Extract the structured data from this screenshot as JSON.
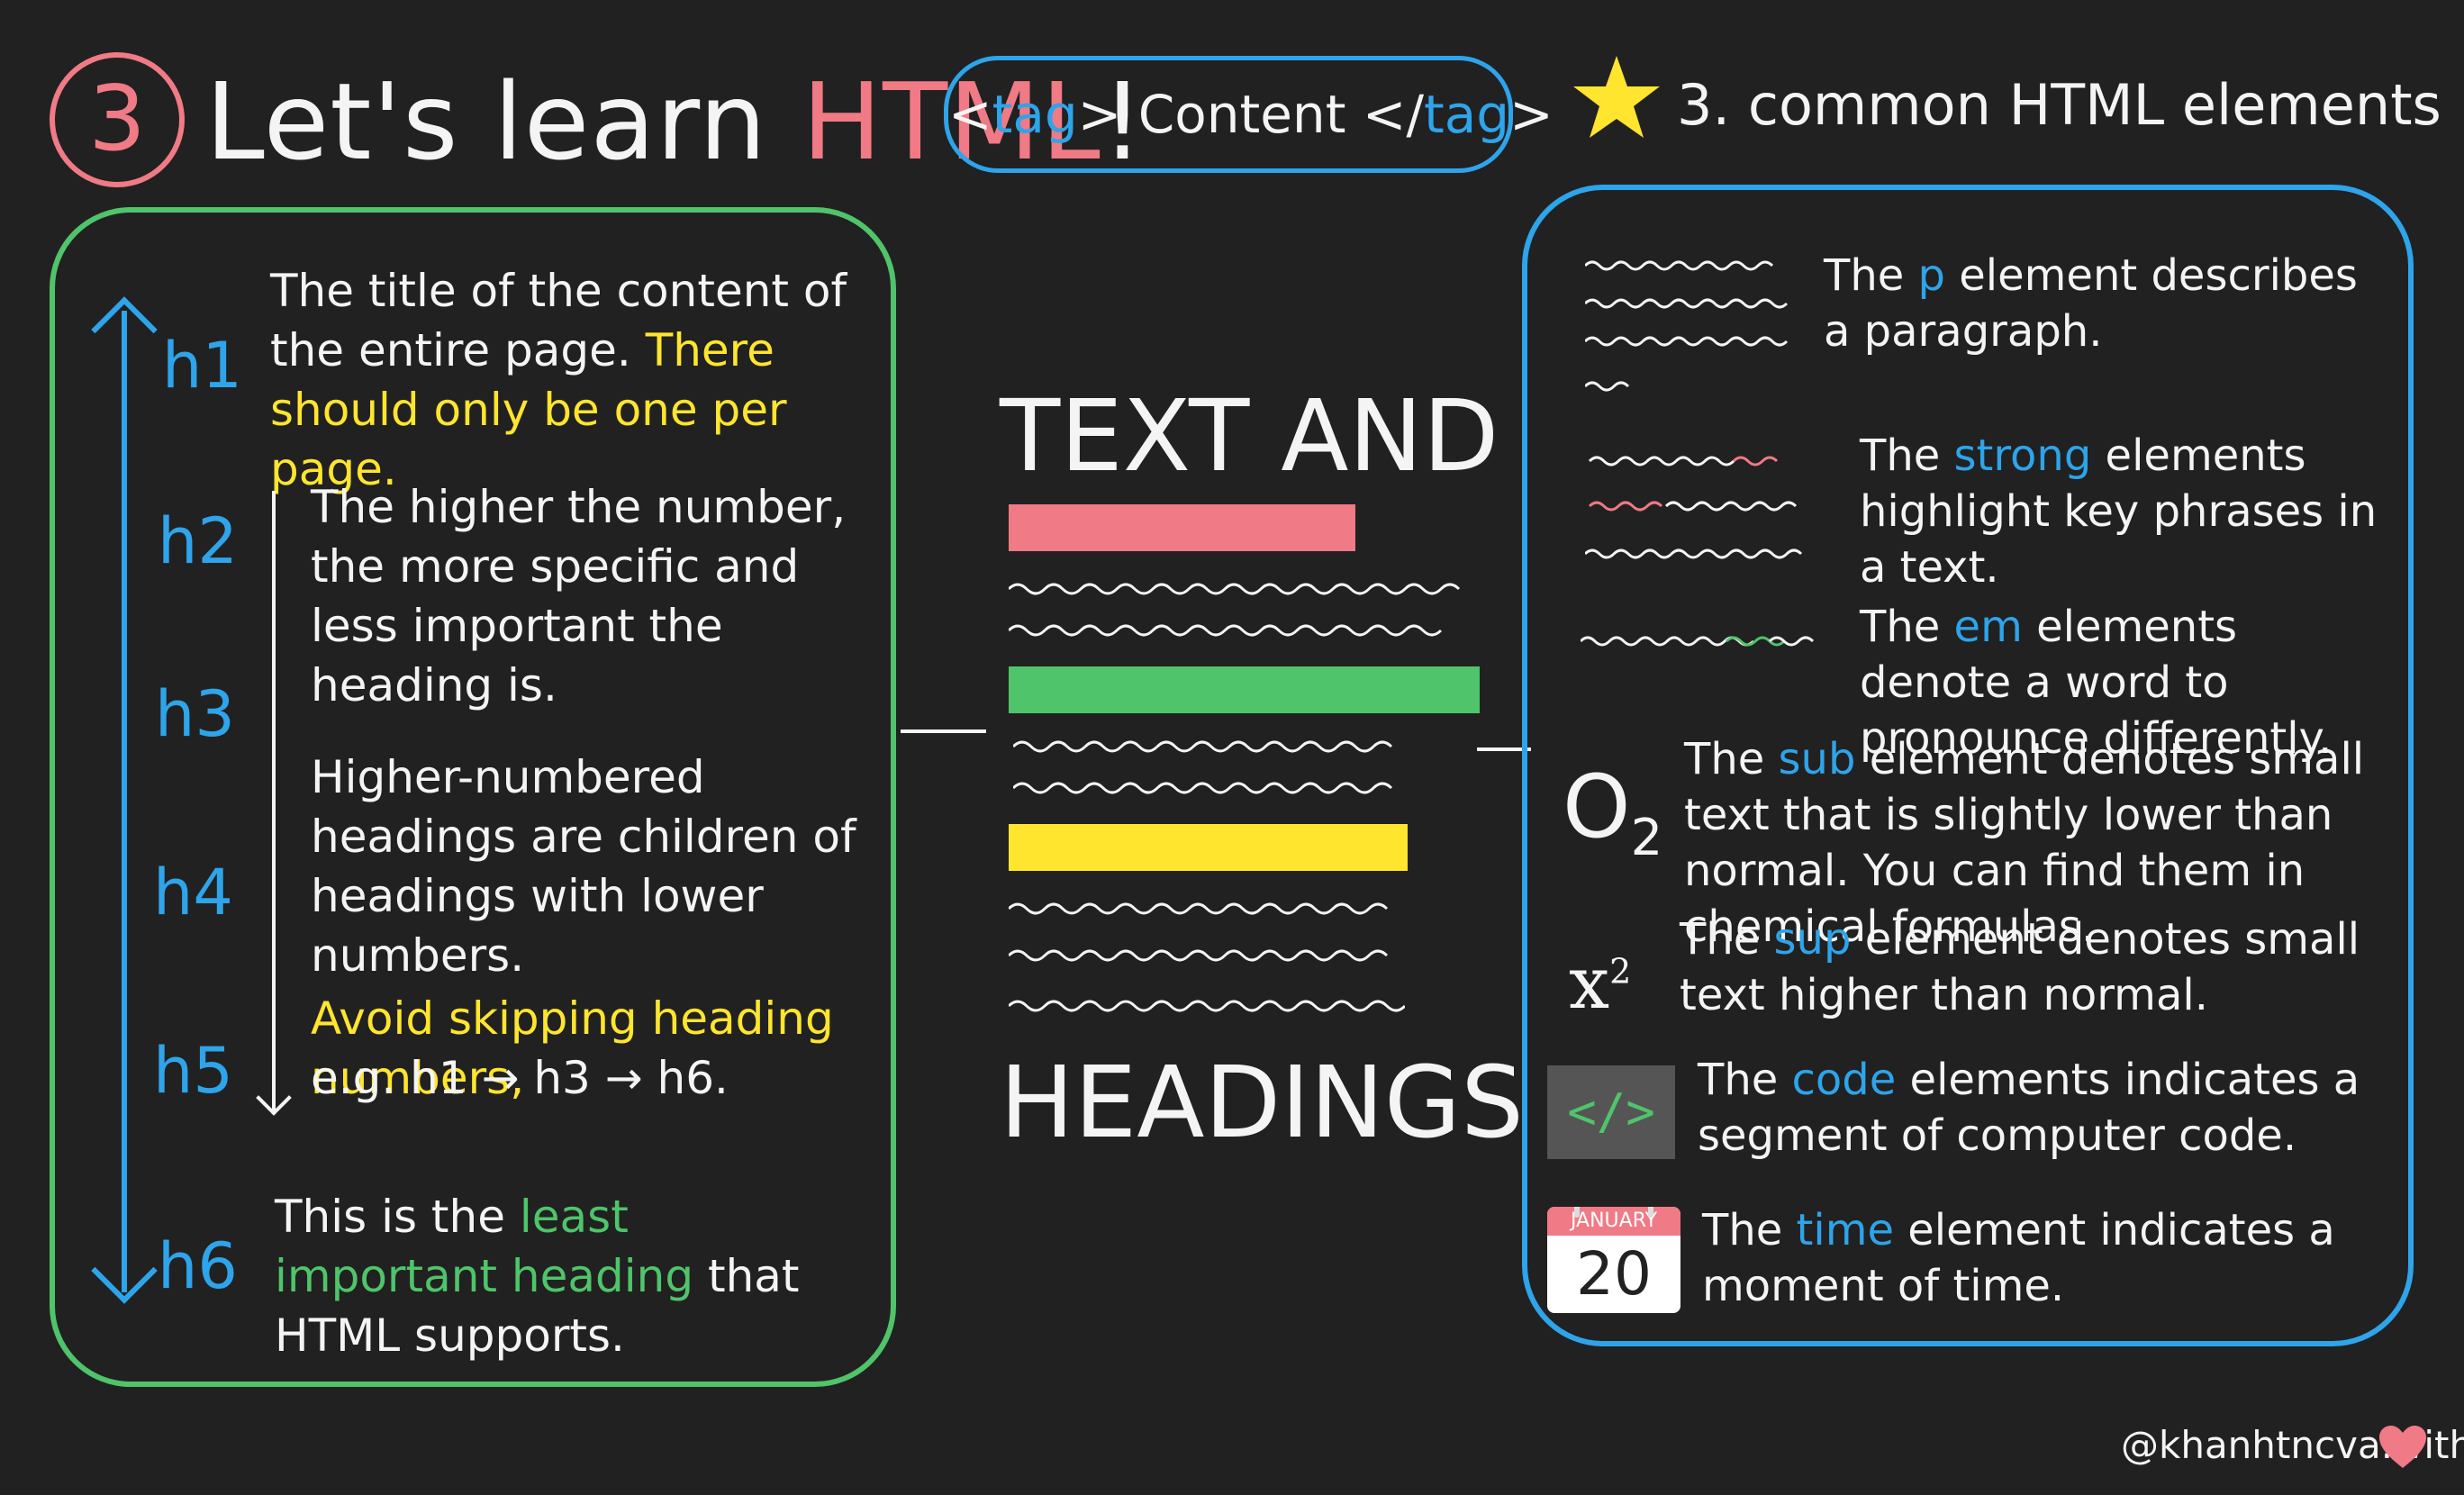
{
  "title": {
    "number": "3",
    "lead": "Let's learn ",
    "highlight": "HTML",
    "end": "!"
  },
  "tag_syntax": {
    "open_lt": "<",
    "open_tag": "tag",
    "open_gt": ">",
    "content": " Content ",
    "close_lt": "</",
    "close_tag": "tag",
    "close_gt": ">"
  },
  "right_title": "3. common HTML elements",
  "headings": {
    "labels": [
      "h1",
      "h2",
      "h3",
      "h4",
      "h5",
      "h6"
    ],
    "h1_note": "The title of the content of the entire page.",
    "h1_note_highlight": "There should only be one per page.",
    "h2_note": "The higher the number, the more specific and less important the heading is.",
    "children_note": "Higher-numbered headings are children of headings with lower numbers.",
    "avoid_note": "Avoid skipping heading numbers,",
    "avoid_example": "e.g. h1 → h3 → h6.",
    "h6_note_lead": "This is the ",
    "h6_note_highlight": "least important heading",
    "h6_note_end": " that HTML supports."
  },
  "center": {
    "top": "TEXT AND",
    "bottom": "HEADINGS"
  },
  "elements": {
    "p": {
      "lead": "The ",
      "tag": "p",
      "rest": " element describes a paragraph."
    },
    "strong": {
      "lead": "The ",
      "tag": "strong",
      "rest": " elements highlight key phrases in a text."
    },
    "em": {
      "lead": "The ",
      "tag": "em",
      "rest": " elements denote a word to pronounce differently."
    },
    "sub": {
      "lead": "The ",
      "tag": "sub",
      "rest": " element denotes small text that is slightly lower than normal. You can find them in chemical formulas."
    },
    "sup": {
      "lead": "The ",
      "tag": "sup",
      "rest": " element denotes small text higher than normal."
    },
    "code": {
      "lead": "The ",
      "tag": "code",
      "rest": " elements indicates a segment of computer code."
    },
    "time": {
      "lead": "The ",
      "tag": "time",
      "rest": " element indicates a moment of time."
    }
  },
  "icons": {
    "o2_base": "O",
    "o2_sub": "2",
    "x2_base": "x",
    "x2_sup": "2",
    "code_glyph": "</>",
    "calendar_month": "JANUARY",
    "calendar_day": "20"
  },
  "signature": "@khanhtncva.with",
  "colors": {
    "background": "#212121",
    "pink": "#f07a85",
    "blue": "#2ea4ea",
    "green": "#4fc46a",
    "yellow": "#ffe52e"
  }
}
